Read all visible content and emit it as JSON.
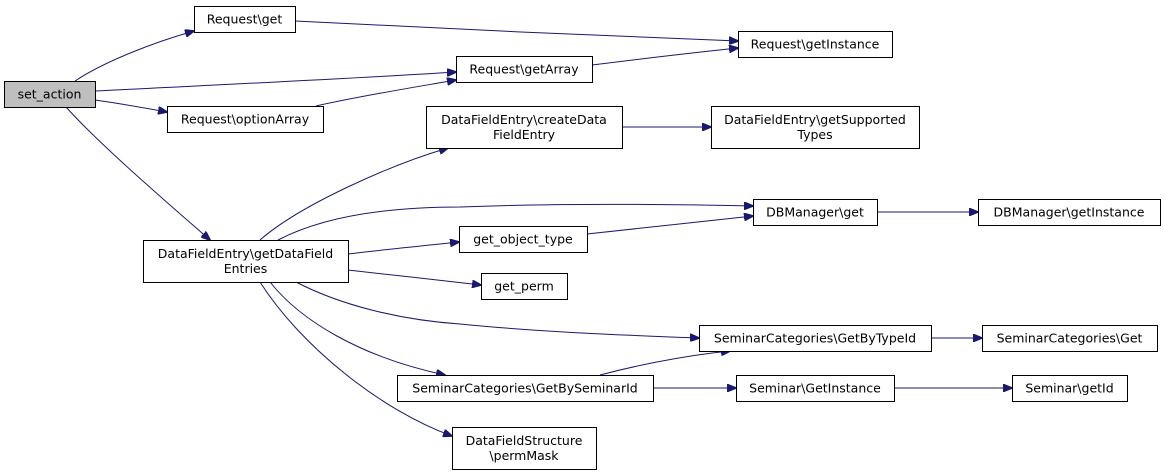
{
  "graph": {
    "edge_color": "#191970",
    "root_fill": "#bfbfbf",
    "nodes": [
      {
        "id": "set_action",
        "lines": [
          "set_action"
        ],
        "root": true
      },
      {
        "id": "request_get",
        "lines": [
          "Request\\get"
        ]
      },
      {
        "id": "request_getinstance",
        "lines": [
          "Request\\getInstance"
        ]
      },
      {
        "id": "request_getarray",
        "lines": [
          "Request\\getArray"
        ]
      },
      {
        "id": "request_optionarray",
        "lines": [
          "Request\\optionArray"
        ]
      },
      {
        "id": "dfe_createdatafieldentry",
        "lines": [
          "DataFieldEntry\\createData",
          "FieldEntry"
        ]
      },
      {
        "id": "dfe_getsupportedtypes",
        "lines": [
          "DataFieldEntry\\getSupported",
          "Types"
        ]
      },
      {
        "id": "dfe_getdatafieldentries",
        "lines": [
          "DataFieldEntry\\getDataField",
          "Entries"
        ]
      },
      {
        "id": "dbmanager_get",
        "lines": [
          "DBManager\\get"
        ]
      },
      {
        "id": "dbmanager_getinstance",
        "lines": [
          "DBManager\\getInstance"
        ]
      },
      {
        "id": "get_object_type",
        "lines": [
          "get_object_type"
        ]
      },
      {
        "id": "get_perm",
        "lines": [
          "get_perm"
        ]
      },
      {
        "id": "semcat_getbytypeid",
        "lines": [
          "SeminarCategories\\GetByTypeId"
        ]
      },
      {
        "id": "semcat_get",
        "lines": [
          "SeminarCategories\\Get"
        ]
      },
      {
        "id": "semcat_getbyseminarid",
        "lines": [
          "SeminarCategories\\GetBySeminarId"
        ]
      },
      {
        "id": "seminar_getinstance",
        "lines": [
          "Seminar\\GetInstance"
        ]
      },
      {
        "id": "seminar_getid",
        "lines": [
          "Seminar\\getId"
        ]
      },
      {
        "id": "dfs_permmask",
        "lines": [
          "DataFieldStructure",
          "\\permMask"
        ]
      }
    ],
    "edges": [
      {
        "from": "set_action",
        "to": "request_get"
      },
      {
        "from": "set_action",
        "to": "request_getarray"
      },
      {
        "from": "set_action",
        "to": "request_optionarray"
      },
      {
        "from": "set_action",
        "to": "dfe_getdatafieldentries"
      },
      {
        "from": "request_get",
        "to": "request_getinstance"
      },
      {
        "from": "request_getarray",
        "to": "request_getinstance"
      },
      {
        "from": "request_optionarray",
        "to": "request_getarray"
      },
      {
        "from": "dfe_getdatafieldentries",
        "to": "dfe_createdatafieldentry"
      },
      {
        "from": "dfe_getdatafieldentries",
        "to": "dbmanager_get"
      },
      {
        "from": "dfe_getdatafieldentries",
        "to": "get_object_type"
      },
      {
        "from": "dfe_getdatafieldentries",
        "to": "get_perm"
      },
      {
        "from": "dfe_getdatafieldentries",
        "to": "semcat_getbytypeid"
      },
      {
        "from": "dfe_getdatafieldentries",
        "to": "semcat_getbyseminarid"
      },
      {
        "from": "dfe_getdatafieldentries",
        "to": "dfs_permmask"
      },
      {
        "from": "dfe_createdatafieldentry",
        "to": "dfe_getsupportedtypes"
      },
      {
        "from": "get_object_type",
        "to": "dbmanager_get"
      },
      {
        "from": "dbmanager_get",
        "to": "dbmanager_getinstance"
      },
      {
        "from": "semcat_getbytypeid",
        "to": "semcat_get"
      },
      {
        "from": "semcat_getbyseminarid",
        "to": "semcat_getbytypeid"
      },
      {
        "from": "semcat_getbyseminarid",
        "to": "seminar_getinstance"
      },
      {
        "from": "seminar_getinstance",
        "to": "seminar_getid"
      }
    ]
  }
}
